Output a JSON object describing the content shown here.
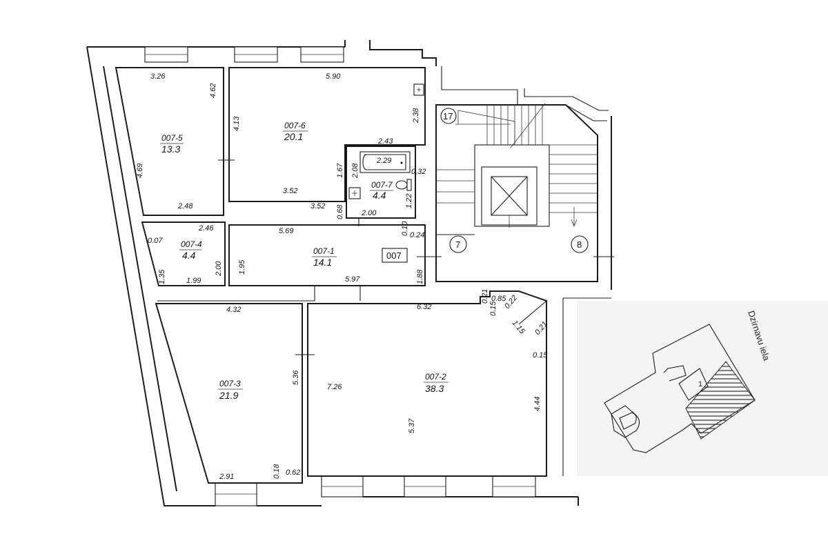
{
  "apartment_label": "007",
  "stair_numbers": [
    "17",
    "7",
    "8"
  ],
  "street_name": "Dzirnavu iela",
  "site_marker": "1",
  "rooms": [
    {
      "id": "007-5",
      "area": "13.3"
    },
    {
      "id": "007-6",
      "area": "20.1"
    },
    {
      "id": "007-7",
      "area": "4.4"
    },
    {
      "id": "007-4",
      "area": "4.4"
    },
    {
      "id": "007-1",
      "area": "14.1"
    },
    {
      "id": "007-3",
      "area": "21.9"
    },
    {
      "id": "007-2",
      "area": "38.3"
    }
  ],
  "dimensions": [
    "3.26",
    "4.62",
    "4.69",
    "2.48",
    "5.90",
    "4.13",
    "2.38",
    "2.43",
    "1.67",
    "2.08",
    "2.29",
    "0.32",
    "3.52",
    "3.52",
    "0.68",
    "2.00",
    "1.22",
    "2.46",
    "0.07",
    "2.00",
    "1.35",
    "1.99",
    "5.69",
    "1.95",
    "0.10",
    "0.24",
    "1.88",
    "5.97",
    "4.32",
    "5.36",
    "2.91",
    "0.18",
    "0.62",
    "6.32",
    "0.21",
    "0.85",
    "0.15",
    "0.22",
    "1.15",
    "0.21",
    "0.15",
    "7.26",
    "4.44",
    "5.37"
  ]
}
